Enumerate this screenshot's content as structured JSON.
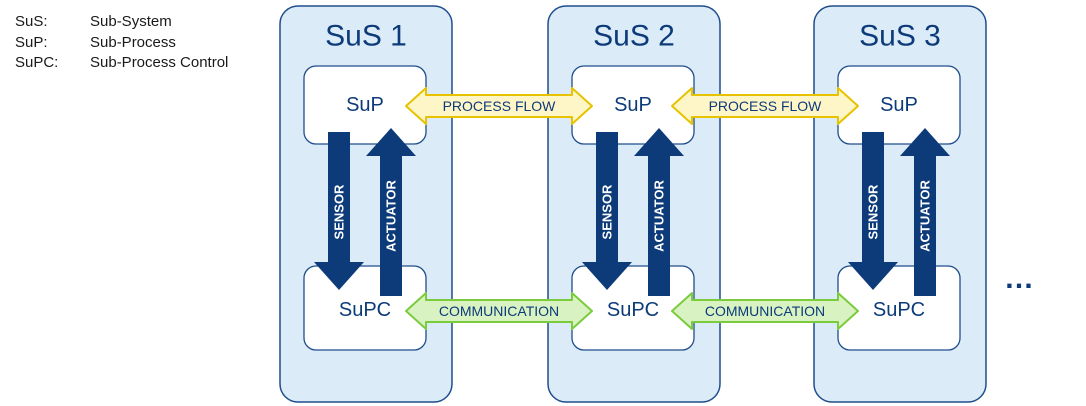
{
  "legend": [
    {
      "abbr": "SuS:",
      "meaning": "Sub-System"
    },
    {
      "abbr": "SuP:",
      "meaning": "Sub-Process"
    },
    {
      "abbr": "SuPC:",
      "meaning": "Sub-Process Control"
    }
  ],
  "subsystems": [
    {
      "title": "SuS 1",
      "process": "SuP",
      "control": "SuPC",
      "sensor": "SENSOR",
      "actuator": "ACTUATOR"
    },
    {
      "title": "SuS 2",
      "process": "SuP",
      "control": "SuPC",
      "sensor": "SENSOR",
      "actuator": "ACTUATOR"
    },
    {
      "title": "SuS 3",
      "process": "SuP",
      "control": "SuPC",
      "sensor": "SENSOR",
      "actuator": "ACTUATOR"
    }
  ],
  "links": [
    {
      "process_flow": "PROCESS FLOW",
      "communication": "COMMUNICATION"
    },
    {
      "process_flow": "PROCESS FLOW",
      "communication": "COMMUNICATION"
    }
  ],
  "ellipsis": "…",
  "colors": {
    "panel_fill": "#dcebf8",
    "panel_stroke": "#1f4e8c",
    "dark_blue": "#0d3b7a",
    "process_fill": "#fff6c8",
    "process_stroke": "#e6c200",
    "comm_fill": "#d8f2c2",
    "comm_stroke": "#7acc3d"
  }
}
